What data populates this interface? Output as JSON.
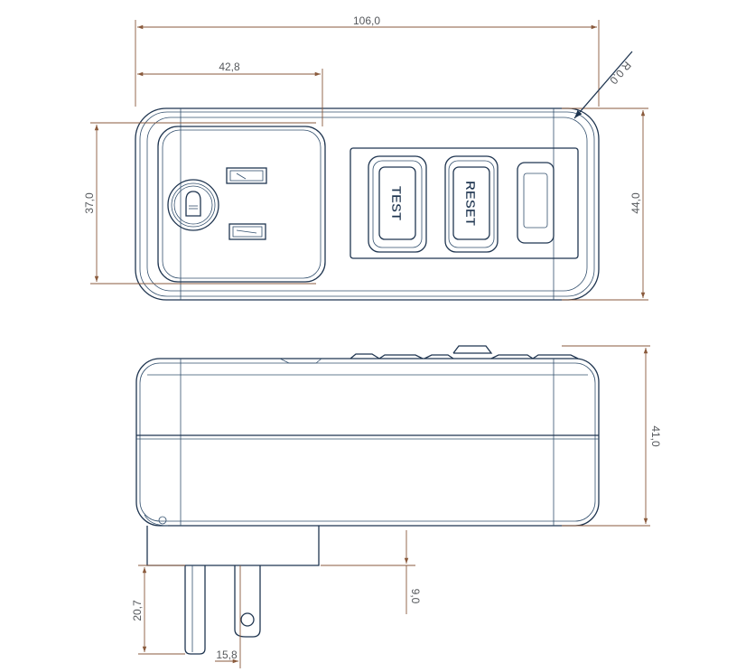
{
  "dimensions": {
    "overall_width": "106,0",
    "outlet_width": "42,8",
    "outlet_height": "37,0",
    "body_height": "44,0",
    "corner_radius": "R 0,0",
    "side_height": "41,0",
    "plug_gap": "9,0",
    "prong_length": "20,7",
    "prong_spacing": "15,8"
  },
  "buttons": {
    "test_label": "TEST",
    "reset_label": "RESET"
  }
}
